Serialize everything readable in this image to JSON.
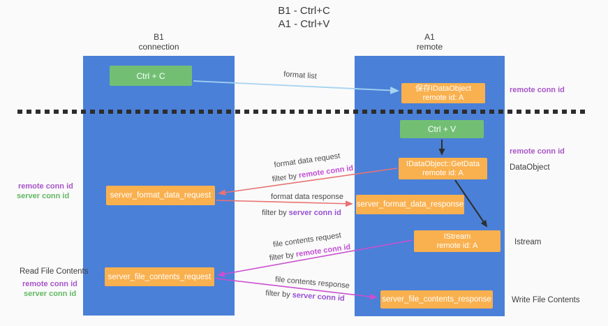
{
  "title": {
    "line1": "B1 - Ctrl+C",
    "line2": "A1 - Ctrl+V"
  },
  "columns": {
    "left": {
      "name": "B1",
      "subtitle": "connection"
    },
    "right": {
      "name": "A1",
      "subtitle": "remote"
    }
  },
  "nodes": {
    "ctrl_c": "Ctrl + C",
    "save_idataobject": {
      "line1": "保存IDataObject",
      "line2": "remote id: A"
    },
    "ctrl_v": "Ctrl + V",
    "getdata": {
      "line1": "IDataObject::GetData",
      "line2": "remote id: A"
    },
    "format_request": "server_format_data_request",
    "format_response": "server_format_data_response",
    "istream": {
      "line1": "IStream",
      "line2": "remote id: A"
    },
    "file_request": "server_file_contents_request",
    "file_response": "server_file_contents_response"
  },
  "arrow_labels": {
    "format_list": "format list",
    "format_data_request": "format data request",
    "format_data_response": "format data response",
    "file_contents_request": "file contents request",
    "file_contents_response": "file contents response"
  },
  "strings": {
    "filter_by": "filter by",
    "remote_conn_id": "remote conn id",
    "server_conn_id": "server conn id"
  },
  "side_labels": {
    "dataobject": "DataObject",
    "istream": "Istream",
    "write_file_contents": "Write File Contents",
    "read_file_contents": "Read File Contents"
  },
  "colors": {
    "background": "#fafafa",
    "column_blue": "#4a80d8",
    "box_green": "#72bf74",
    "box_orange": "#f9b04e",
    "arrow_light_blue": "#a5d3f1",
    "arrow_salmon": "#e87373",
    "arrow_magenta": "#cb4fd0",
    "arrow_black": "#2e2e2e",
    "text_purple": "#a855c8",
    "text_green": "#63b863",
    "inline_remote_magenta": "#c24fd4",
    "inline_server_violet": "#9750d2"
  }
}
